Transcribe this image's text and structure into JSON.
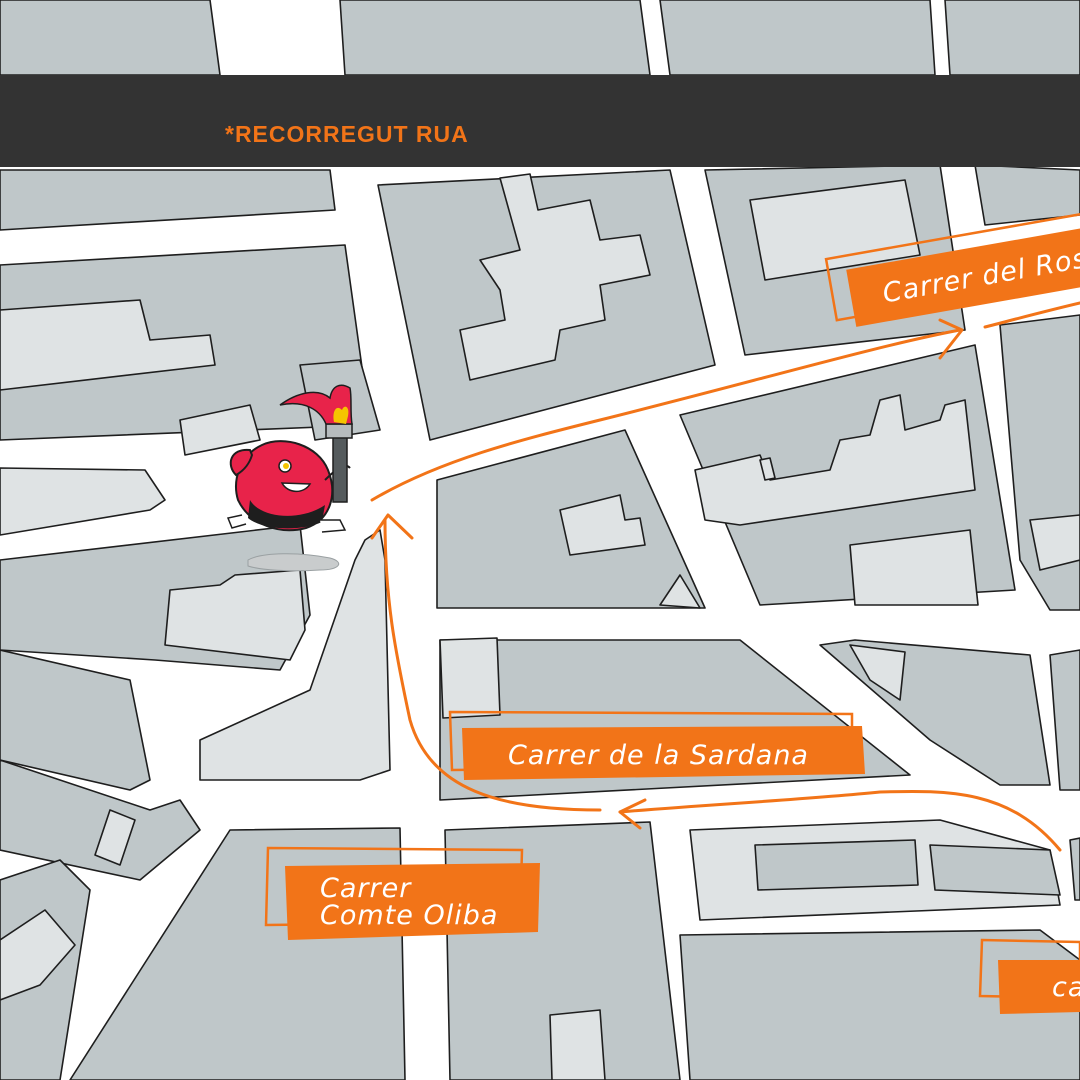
{
  "header": {
    "title": "*RECORREGUT RUA"
  },
  "streets": {
    "rosari": "Carrer del Ros",
    "sardana": "Carrer de la Sardana",
    "oliba_line1": "Carrer",
    "oliba_line2": "Comte Oliba",
    "edge": "ca"
  },
  "colors": {
    "accent": "#f27418",
    "header_bg": "#333333",
    "block": "#bfc7c9",
    "block_light": "#dfe3e4",
    "mascot": "#e8234a"
  },
  "icons": {
    "mascot": "torch-mascot-icon",
    "arrow": "route-arrow-icon"
  }
}
